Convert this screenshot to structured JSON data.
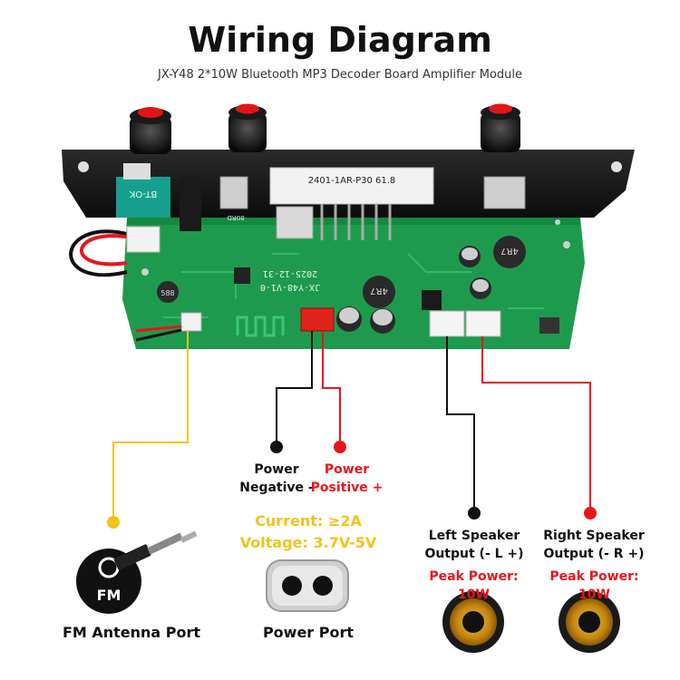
{
  "title": "Wiring Diagram",
  "subtitle": "JX-Y48 2*10W Bluetooth MP3 Decoder Board Amplifier Module",
  "board": {
    "chip_label": "2401-1AR-P30 61.8",
    "pcb_text1": "2025-12-31",
    "pcb_text2": "JX-Y48-V1-0",
    "bt_label": "BT-OK",
    "inductor1": "4R7",
    "inductor2": "4R7",
    "cap_label": "588",
    "chip_small": "80RD"
  },
  "labels": {
    "power_negative_1": "Power",
    "power_negative_2": "Negative -",
    "power_positive_1": "Power",
    "power_positive_2": "Positive +",
    "current": "Current:  ≥2A",
    "voltage": "Voltage:  3.7V-5V",
    "power_port": "Power Port",
    "fm_port": "FM Antenna Port",
    "fm_icon_text": "FM",
    "left_speaker_1": "Left Speaker",
    "left_speaker_2": "Output (- L +)",
    "right_speaker_1": "Right Speaker",
    "right_speaker_2": "Output (- R +)",
    "left_peak": "Peak Power:  10W",
    "right_peak": "Peak Power:  10W"
  },
  "colors": {
    "pcb": "#1e9a4e",
    "wire_red": "#e8151b",
    "wire_black": "#111111",
    "wire_yellow": "#f3c318",
    "speaker_cone": "#d79a1c"
  },
  "icons": [
    "fm-antenna-icon",
    "power-port-icon",
    "speaker-icon"
  ]
}
